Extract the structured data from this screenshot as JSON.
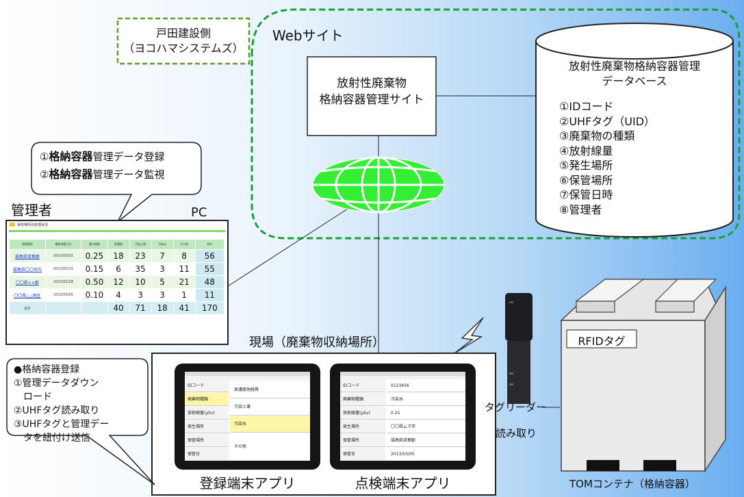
{
  "website_label": "Webサイト",
  "toda_label": [
    "戸田建設側",
    "（ヨコハマシステムズ）"
  ],
  "site_label": [
    "放射性廃棄物",
    "格納容器管理サイト"
  ],
  "database": {
    "title": [
      "放射性廃棄物格納容器管理",
      "データベース"
    ],
    "items": [
      "①IDコード",
      "②UHFタグ（UID）",
      "③廃棄物の種類",
      "④放射線量",
      "⑤発生場所",
      "⑥保管場所",
      "⑦保管日時",
      "⑧管理者"
    ]
  },
  "admin_bubble": {
    "lines": [
      {
        "num": "①",
        "bold": "格納容器",
        "rest": "管理データ登録"
      },
      {
        "num": "②",
        "bold": "格納容器",
        "rest": "管理データ監視"
      }
    ]
  },
  "admin_label": "管理者",
  "pc_label": "PC",
  "admin_screen": {
    "title": "保管場所別管理状況",
    "headers": [
      "保管場所",
      "最終保管日日",
      "最大線量",
      "高濃度",
      "汚染土壌",
      "汚染水",
      "その他",
      "合計"
    ],
    "rows": [
      {
        "loc": "福島県双葉郡",
        "date": "2013/03/01",
        "dose": "0.25",
        "v": [
          "18",
          "23",
          "7",
          "8"
        ],
        "total": "56"
      },
      {
        "loc": "福島県〇〇市内",
        "date": "2013/03/15",
        "dose": "0.15",
        "v": [
          "6",
          "35",
          "3",
          "11"
        ],
        "total": "55"
      },
      {
        "loc": "〇〇県××郡",
        "date": "2013/02/28",
        "dose": "0.50",
        "v": [
          "12",
          "10",
          "5",
          "21"
        ],
        "total": "48"
      },
      {
        "loc": "〇〇県△△地区",
        "date": "2013/03/05",
        "dose": "0.10",
        "v": [
          "4",
          "3",
          "3",
          "1"
        ],
        "total": "11"
      }
    ],
    "sum": {
      "label": "合計",
      "v": [
        "40",
        "71",
        "18",
        "41"
      ],
      "total": "170"
    }
  },
  "field_label": "現場（廃棄物収納場所）",
  "reg_bubble": {
    "title": "●格納容器登録",
    "lines": [
      "①管理データダウン",
      "　ロード",
      "②UHFタグ読み取り",
      "③UHFタグと管理デー",
      "　タを紐付け送信"
    ]
  },
  "reg_app": {
    "label": "登録端末アプリ",
    "rows": [
      {
        "label": "IDコード",
        "value": "高濃度他経費"
      },
      {
        "label": "廃棄物種類",
        "value": "汚染土壌"
      },
      {
        "label": "放射線量(μSv)",
        "value": "汚染水"
      },
      {
        "label": "発生場所",
        "value": "その他"
      },
      {
        "label": "保管場所",
        "value": ""
      },
      {
        "label": "保管日",
        "value": ""
      }
    ]
  },
  "insp_app": {
    "label": "点検端末アプリ",
    "rows": [
      {
        "label": "IDコード",
        "value": "0123456"
      },
      {
        "label": "廃棄物種類",
        "value": "汚染水"
      },
      {
        "label": "放射線量(μSv)",
        "value": "0.25"
      },
      {
        "label": "発生場所",
        "value": "〇〇県ムマ市"
      },
      {
        "label": "保管場所",
        "value": "福島県双葉郡"
      },
      {
        "label": "保管日",
        "value": "2013/03/05"
      }
    ]
  },
  "reader_label": "タグリーダー",
  "read_label": "読み取り",
  "rfid_label": "RFIDタグ",
  "tom_label": "TOMコンテナ（格納容器）",
  "colors": {
    "green_dash": "#1a9e3a",
    "globe": "#33ee33",
    "blue_bg": "#6aaef0"
  }
}
